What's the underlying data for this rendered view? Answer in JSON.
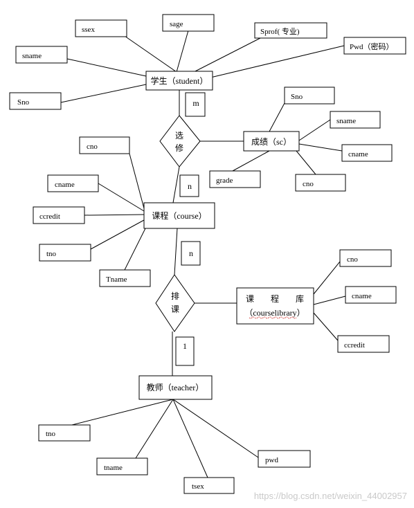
{
  "entities": {
    "student": {
      "label": "学生（student）"
    },
    "course": {
      "label": "课程（course）"
    },
    "teacher": {
      "label": "教师（teacher）"
    },
    "sc": {
      "label": "成绩（sc）"
    },
    "courselibrary": {
      "label_line1": "课　　程　　库",
      "label_line2": "（courselibrary）"
    }
  },
  "relationships": {
    "select": {
      "label_line1": "选",
      "label_line2": "修"
    },
    "schedule": {
      "label_line1": "排",
      "label_line2": "课"
    }
  },
  "cardinalities": {
    "student_side": "m",
    "course_select_side": "n",
    "course_schedule_side": "n",
    "teacher_side": "1"
  },
  "attributes": {
    "student": {
      "ssex": "ssex",
      "sage": "sage",
      "sprof": "Sprof( 专业)",
      "pwd": "Pwd（密码）",
      "sname": "sname",
      "sno": "Sno"
    },
    "sc": {
      "sno": "Sno",
      "sname": "sname",
      "cname": "cname",
      "cno": "cno",
      "grade": "grade"
    },
    "course": {
      "cno": "cno",
      "cname": "cname",
      "ccredit": "ccredit",
      "tno": "tno",
      "tname": "Tname"
    },
    "courselibrary": {
      "cno": "cno",
      "cname": "cname",
      "ccredit": "ccredit"
    },
    "teacher": {
      "tno": "tno",
      "tname": "tname",
      "tsex": "tsex",
      "pwd": "pwd"
    }
  },
  "watermark": "https://blog.csdn.net/weixin_44002957"
}
